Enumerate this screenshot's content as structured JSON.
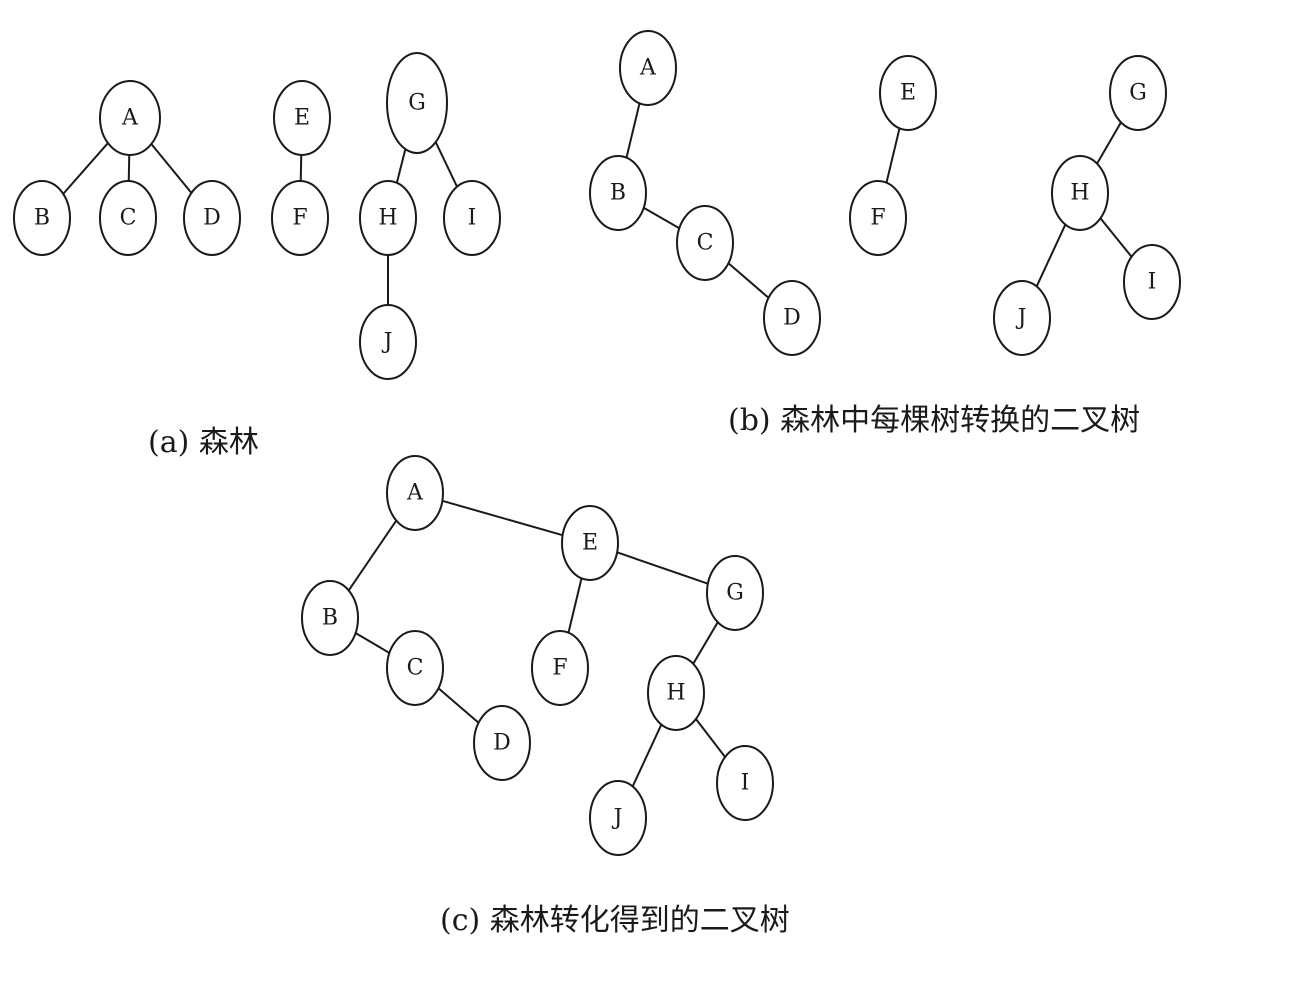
{
  "panels": [
    {
      "id": "a",
      "caption": "(a) 森林",
      "nodes": [
        "A",
        "B",
        "C",
        "D",
        "E",
        "F",
        "G",
        "H",
        "I",
        "J"
      ],
      "edges": [
        [
          "A",
          "B"
        ],
        [
          "A",
          "C"
        ],
        [
          "A",
          "D"
        ],
        [
          "E",
          "F"
        ],
        [
          "G",
          "H"
        ],
        [
          "G",
          "I"
        ],
        [
          "H",
          "J"
        ]
      ]
    },
    {
      "id": "b",
      "caption": "(b) 森林中每棵树转换的二叉树",
      "nodes": [
        "A",
        "B",
        "C",
        "D",
        "E",
        "F",
        "G",
        "H",
        "I",
        "J"
      ],
      "edges": [
        [
          "A",
          "B"
        ],
        [
          "B",
          "C"
        ],
        [
          "C",
          "D"
        ],
        [
          "E",
          "F"
        ],
        [
          "G",
          "H"
        ],
        [
          "H",
          "J"
        ],
        [
          "H",
          "I"
        ]
      ]
    },
    {
      "id": "c",
      "caption": "(c) 森林转化得到的二叉树",
      "nodes": [
        "A",
        "B",
        "C",
        "D",
        "E",
        "F",
        "G",
        "H",
        "I",
        "J"
      ],
      "edges": [
        [
          "A",
          "B"
        ],
        [
          "A",
          "E"
        ],
        [
          "B",
          "C"
        ],
        [
          "C",
          "D"
        ],
        [
          "E",
          "F"
        ],
        [
          "E",
          "G"
        ],
        [
          "G",
          "H"
        ],
        [
          "H",
          "J"
        ],
        [
          "H",
          "I"
        ]
      ]
    }
  ]
}
